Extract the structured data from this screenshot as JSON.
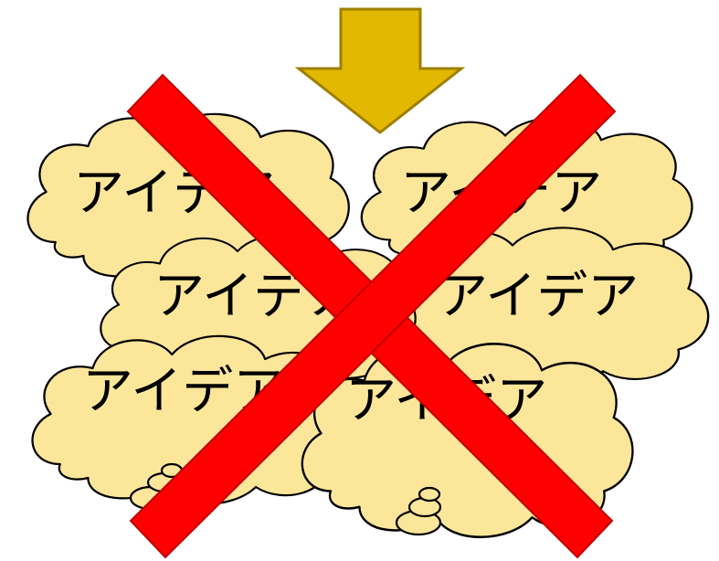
{
  "clouds": [
    {
      "label": "アイデア"
    },
    {
      "label": "アイデア"
    },
    {
      "label": "アイデア"
    },
    {
      "label": "アイデア"
    },
    {
      "label": "アイデア"
    },
    {
      "label": "アイデア"
    }
  ],
  "colors": {
    "cloud_fill": "#FCE69A",
    "arrow_fill": "#E3B800",
    "arrow_stroke": "#9E7F00",
    "cross_fill": "#FF0000",
    "cross_stroke": "#C00000"
  },
  "icons": {
    "arrow": "down-arrow-icon",
    "cross": "cross-x-icon"
  }
}
